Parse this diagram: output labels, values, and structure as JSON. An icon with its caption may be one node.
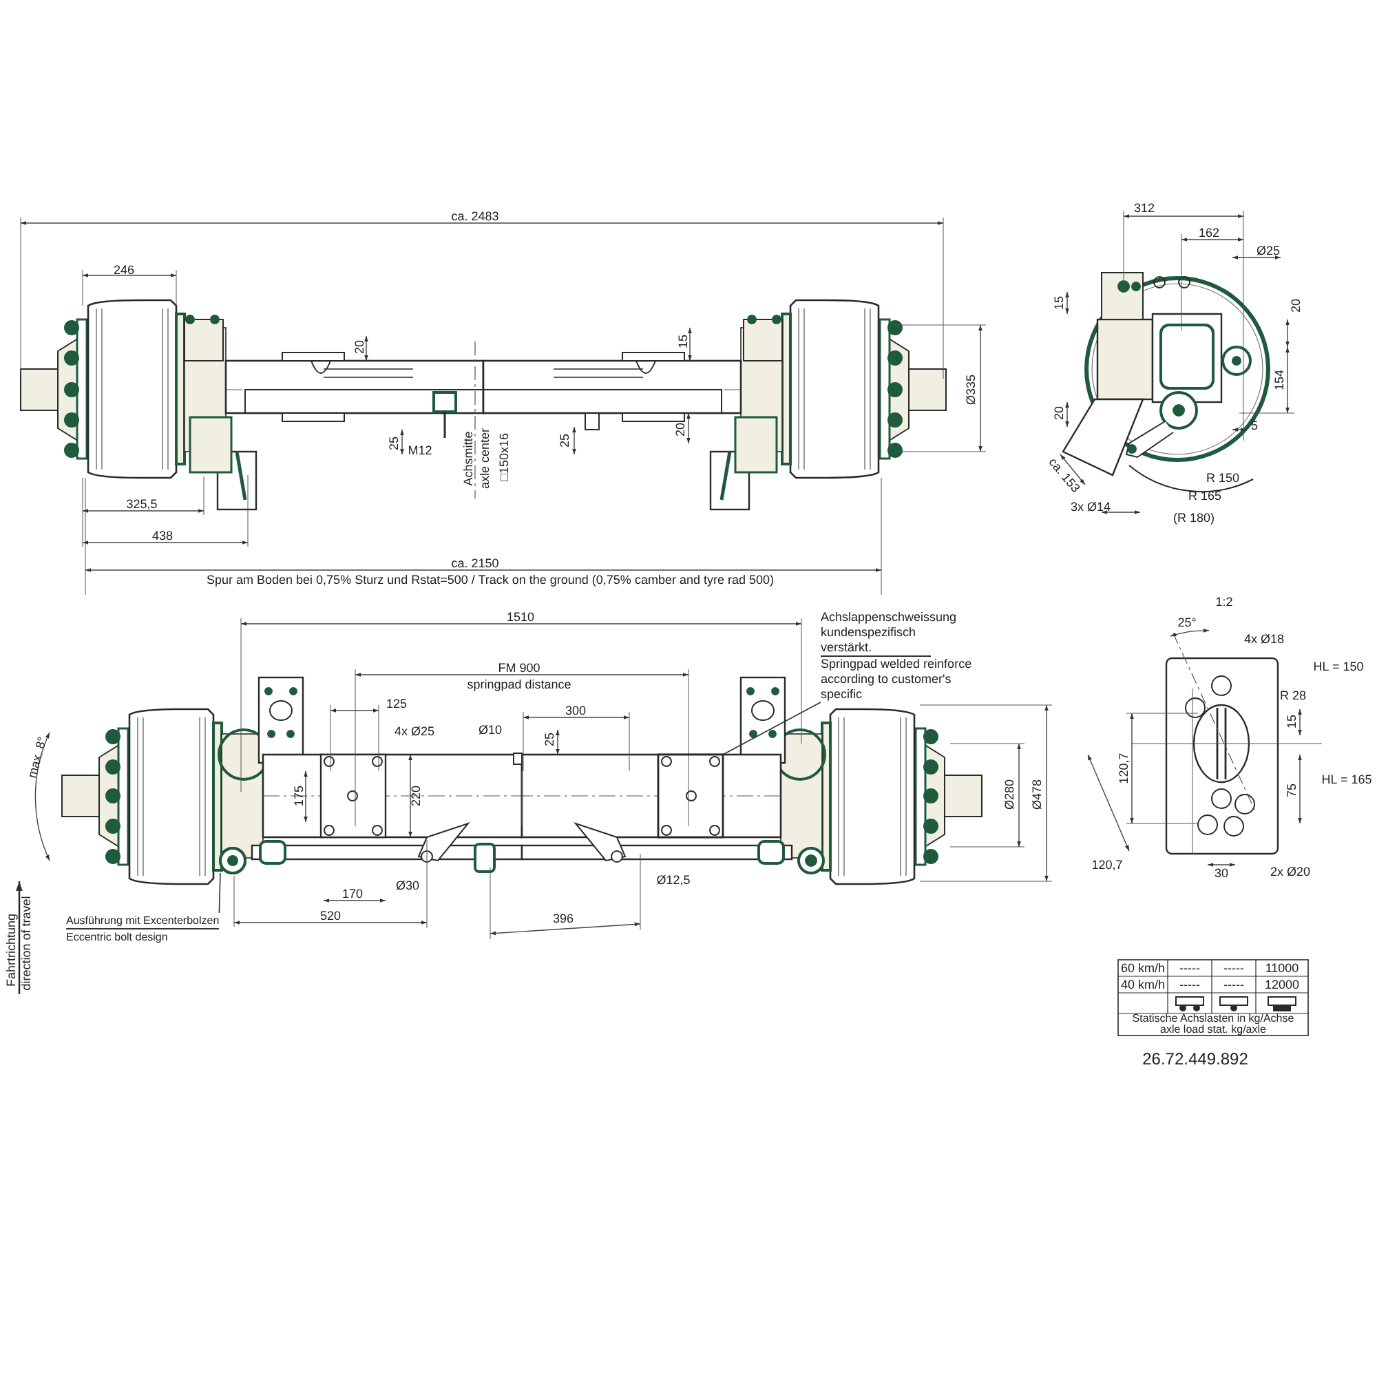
{
  "diagram": {
    "nodes": [
      {
        "text": [
          "Ausführung mit Excenterbolzen",
          "Eccentric bolt design"
        ]
      },
      {
        "text": [
          "Achslappenschweissung kundenspezifisch verstärkt.",
          "Springpad welded reinforce according to customer's specific"
        ]
      },
      {
        "text": [],
        "shape": "circle"
      },
      {
        "text": [],
        "shape": "box"
      }
    ],
    "edges": [
      {
        "from": 0,
        "to": 2,
        "arrow": "none"
      },
      {
        "from": 1,
        "to": 3,
        "arrow": "none"
      }
    ],
    "labels": [
      "ca. 2483",
      "246",
      "20",
      "15",
      "Ø335",
      "25",
      "M12",
      "Achsmitte",
      "axle center",
      "□150x16",
      "25",
      "20",
      "325,5",
      "438",
      "ca. 2150",
      "Spur am Boden bei 0,75% Sturz und Rstat=500 / Track on the ground (0,75% camber and tyre rad 500)",
      "312",
      "162",
      "Ø25",
      "15",
      "20",
      "154",
      "20",
      "5",
      "ca. 153",
      "R 150",
      "R 165",
      "(R 180)",
      "3x Ø14",
      "1510",
      "FM 900",
      "springpad distance",
      "125",
      "4x Ø25",
      "Ø10",
      "300",
      "25",
      "max. 8°",
      "175",
      "220",
      "Ø280",
      "Ø478",
      "Ø30",
      "Ø12,5",
      "170",
      "520",
      "396",
      "1:2",
      "25°",
      "4x Ø18",
      "HL = 150",
      "R 28",
      "120,7",
      "15",
      "HL = 165",
      "75",
      "120,7",
      "30",
      "2x Ø20",
      "60 km/h",
      "-----",
      "-----",
      "11000",
      "40 km/h",
      "-----",
      "-----",
      "12000",
      "Statische Achslasten in kg/Achse",
      "axle load stat. kg/axle",
      "26.72.449.892",
      "Fahrtrichtung",
      "direction of travel"
    ]
  }
}
